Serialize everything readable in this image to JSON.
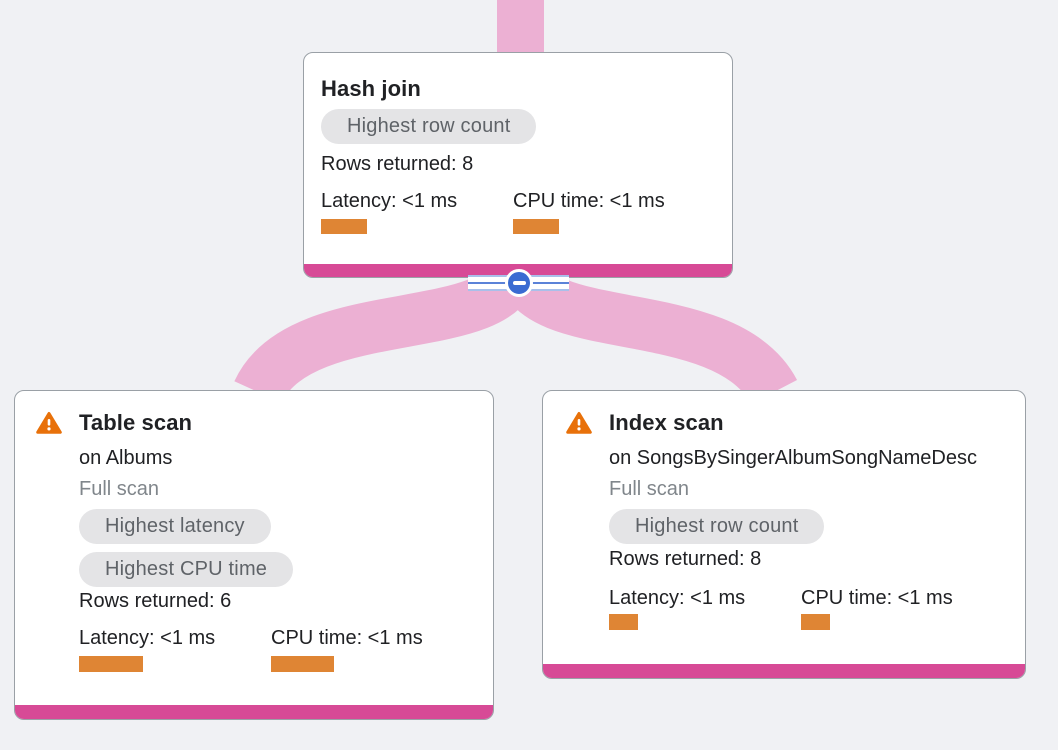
{
  "colors": {
    "background": "#f0f1f4",
    "card_background": "#ffffff",
    "card_border": "#9aa0a6",
    "node_accent_bar": "#d74a96",
    "edge_pink": "#ecb0d3",
    "badge_background": "#e4e4e6",
    "badge_text": "#5f6368",
    "text_primary": "#202124",
    "text_muted": "#80868b",
    "metric_bar_orange": "#df8534",
    "warning_orange": "#e8710a",
    "collapse_button_blue": "#3a6bd2"
  },
  "icons": {
    "warning": "warning-triangle-icon",
    "collapse": "minus-circle-icon"
  },
  "nodes": {
    "hash_join": {
      "title": "Hash join",
      "badges": [
        "Highest row count"
      ],
      "rows_returned": "Rows returned: 8",
      "latency_label": "Latency: <1 ms",
      "cpu_label": "CPU time: <1 ms",
      "latency_bar_width": 46,
      "cpu_bar_width": 46
    },
    "table_scan": {
      "title": "Table scan",
      "target": "on Albums",
      "scan_mode": "Full scan",
      "badges": [
        "Highest latency",
        "Highest CPU time"
      ],
      "rows_returned": "Rows returned: 6",
      "latency_label": "Latency: <1 ms",
      "cpu_label": "CPU time: <1 ms",
      "latency_bar_width": 64,
      "cpu_bar_width": 63
    },
    "index_scan": {
      "title": "Index scan",
      "target": "on SongsBySingerAlbumSongNameDesc",
      "scan_mode": "Full scan",
      "badges": [
        "Highest row count"
      ],
      "rows_returned": "Rows returned: 8",
      "latency_label": "Latency: <1 ms",
      "cpu_label": "CPU time: <1 ms",
      "latency_bar_width": 29,
      "cpu_bar_width": 29
    }
  }
}
